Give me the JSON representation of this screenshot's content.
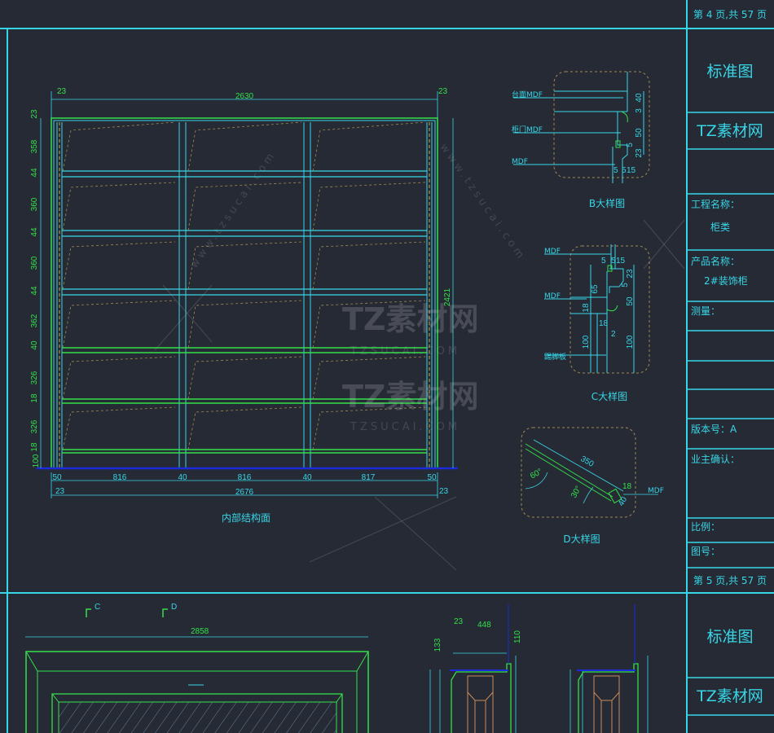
{
  "title_block": {
    "sheet_top": "第 4 页,共 57 页",
    "standard": "标准图",
    "brand": "TZ素材网",
    "project_label": "工程名称：",
    "project_value": "柜类",
    "product_label": "产品名称：",
    "product_value": "2#装饰柜",
    "measure_label": "测量：",
    "version_label": "版本号：A",
    "owner_label": "业主确认：",
    "scale_label": "比例：",
    "drawing_no_label": "图号：",
    "sheet_bottom": "第 5 页,共 57 页",
    "standard_2": "标准图",
    "brand_2": "TZ素材网"
  },
  "elevation": {
    "caption": "内部结构面",
    "top_dims": {
      "left": "23",
      "overall": "2630",
      "right": "23"
    },
    "left_dims": [
      "23",
      "358",
      "44",
      "360",
      "44",
      "360",
      "44",
      "362",
      "40",
      "326",
      "18",
      "326",
      "18",
      "100"
    ],
    "right_dim": "2421",
    "bottom_dims": [
      "50",
      "816",
      "40",
      "816",
      "40",
      "817",
      "50"
    ],
    "bottom_overall": "2676",
    "bottom_left": "23",
    "bottom_right": "23"
  },
  "detail_b": {
    "caption": "B大样图",
    "labels": [
      "台面MDF",
      "柜门MDF",
      "MDF"
    ],
    "dims_v": [
      "40",
      "3",
      "50",
      "5",
      "23"
    ],
    "dims_h": [
      "5",
      "5",
      "15"
    ]
  },
  "detail_c": {
    "caption": "C大样图",
    "labels": [
      "MDF",
      "MDF",
      "踢脚板"
    ],
    "dims": [
      "5",
      "5",
      "15",
      "23",
      "5",
      "65",
      "50",
      "18",
      "18",
      "2",
      "100",
      "100"
    ]
  },
  "detail_d": {
    "caption": "D大样图",
    "labels": [
      "MDF"
    ],
    "dims": [
      "350",
      "60°",
      "30°",
      "18",
      "40"
    ]
  },
  "lower_view": {
    "section_c": "C",
    "section_d": "D",
    "overall": "2858",
    "side_dims": [
      "23",
      "448",
      "110",
      "133"
    ]
  },
  "watermark": {
    "brand": "TZ素材网",
    "site": "TZSUCAI.COM",
    "url": "www.tzsucai.com"
  },
  "colors": {
    "background": "#262a35",
    "frame": "#37d6e6",
    "green": "#33e04a",
    "blue": "#1a2adc",
    "dashed": "#a08a50",
    "orange": "#c98a5a"
  }
}
